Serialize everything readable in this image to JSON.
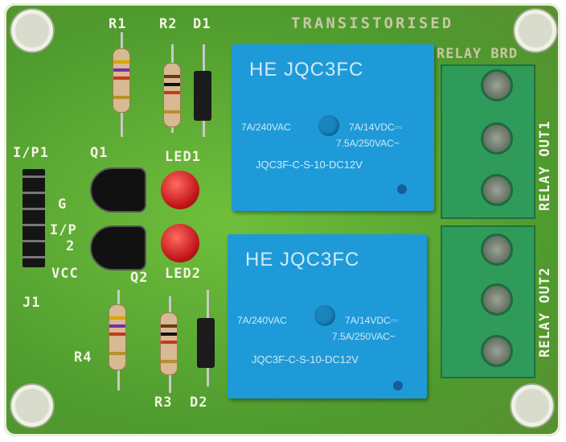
{
  "board": {
    "title_line1": "TRANSISTORISED",
    "title_line2": "RELAY BRD",
    "labels": {
      "r1": "R1",
      "r2": "R2",
      "d1": "D1",
      "ip1": "I/P1",
      "q1": "Q1",
      "led1": "LED1",
      "g": "G",
      "ip2_a": "I/P",
      "ip2_b": "2",
      "vcc": "VCC",
      "q2": "Q2",
      "led2": "LED2",
      "j1": "J1",
      "r4": "R4",
      "r3": "R3",
      "d2": "D2",
      "relay_out1": "RELAY OUT1",
      "relay_out2": "RELAY OUT2"
    }
  },
  "relays": [
    {
      "brand": "HE JQC3FC",
      "rating_left": "7A/240VAC",
      "rating_right1": "7A/14VDC⎓",
      "rating_right2": "7.5A/250VAC~",
      "model": "JQC3F-C-S-10-DC12V"
    },
    {
      "brand": "HE JQC3FC",
      "rating_left": "7A/240VAC",
      "rating_right1": "7A/14VDC⎓",
      "rating_right2": "7.5A/250VAC~",
      "model": "JQC3F-C-S-10-DC12V"
    }
  ],
  "colors": {
    "pcb": "#5fa93a",
    "relay": "#1f9ad8",
    "terminal": "#2f9b5a",
    "led": "#c0151a"
  }
}
